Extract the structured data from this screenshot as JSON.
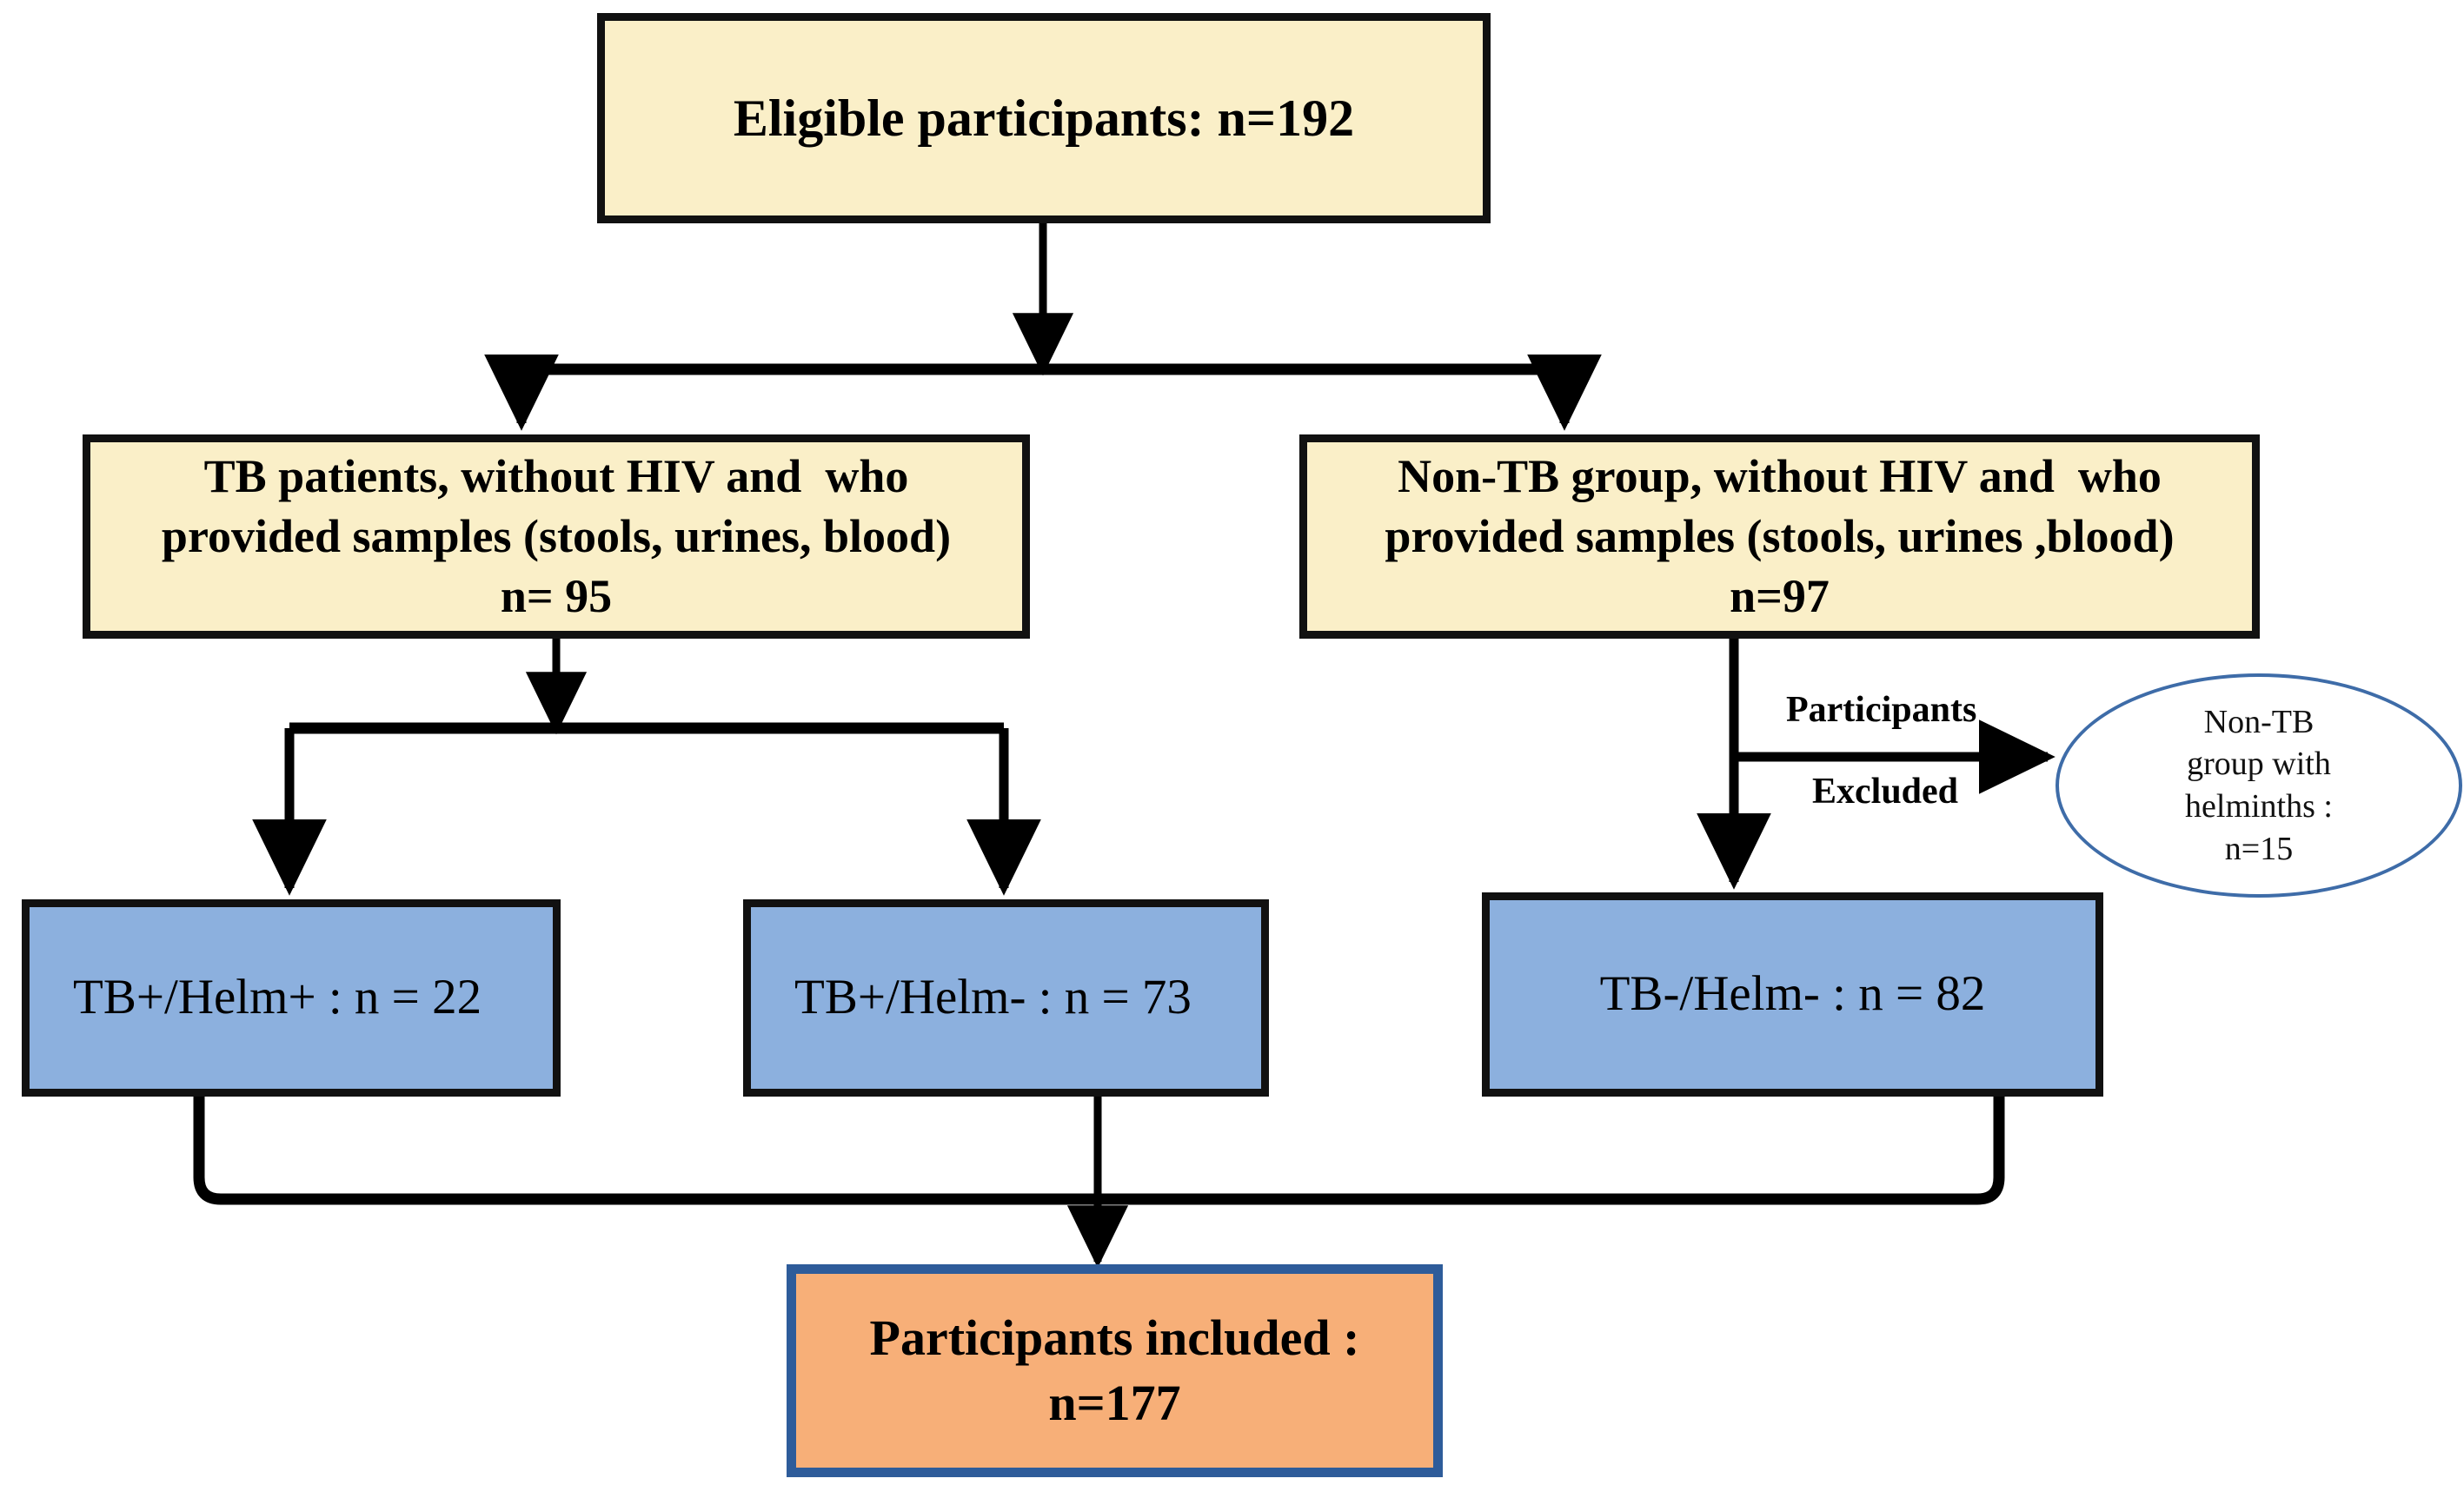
{
  "diagram": {
    "title": "Study participant flow diagram",
    "colors": {
      "cream_fill": "#FAEFC8",
      "blue_fill": "#8CB0DE",
      "orange_fill": "#F7AF78",
      "orange_border": "#2E5C9A",
      "ellipse_border": "#3E6CA8",
      "box_border": "#111111",
      "connector": "#000000",
      "text": "#000000"
    }
  },
  "nodes": {
    "eligible": {
      "line1": "Eligible participants: n=192"
    },
    "tb_group": {
      "line1": "TB patients, without HIV and  who",
      "line2": "provided samples (stools, urines, blood)",
      "line3": "n= 95"
    },
    "nontb_group": {
      "line1": "Non-TB group, without HIV and  who",
      "line2": "provided samples (stools, urines ,blood)",
      "line3": "n=97"
    },
    "tb_helm_pos": {
      "line1": "TB+/Helm+ : n = 22"
    },
    "tb_helm_neg": {
      "line1": "TB+/Helm- : n = 73"
    },
    "tbneg_helm_neg": {
      "line1": "TB-/Helm- : n = 82"
    },
    "included": {
      "line1": "Participants included :",
      "line2": "n=177"
    },
    "excluded_ellipse": {
      "line1": "Non-TB",
      "line2": "group with",
      "line3": "helminths :",
      "line4": "n=15"
    }
  },
  "edges": {
    "excluded_label_top": "Participants",
    "excluded_label_bottom": "Excluded"
  },
  "chart_data": {
    "type": "flowchart",
    "title": "Study participant flow diagram",
    "nodes": [
      {
        "id": "eligible",
        "label": "Eligible participants: n=192",
        "n": 192,
        "shape": "rect",
        "fill": "#FAEFC8",
        "level": 0
      },
      {
        "id": "tb_group",
        "label": "TB patients, without HIV and  who provided samples (stools, urines, blood) n= 95",
        "n": 95,
        "shape": "rect",
        "fill": "#FAEFC8",
        "level": 1
      },
      {
        "id": "nontb_group",
        "label": "Non-TB group, without HIV and  who provided samples (stools, urines ,blood) n=97",
        "n": 97,
        "shape": "rect",
        "fill": "#FAEFC8",
        "level": 1
      },
      {
        "id": "tb_helm_pos",
        "label": "TB+/Helm+ : n = 22",
        "n": 22,
        "shape": "rect",
        "fill": "#8CB0DE",
        "level": 2
      },
      {
        "id": "tb_helm_neg",
        "label": "TB+/Helm- : n = 73",
        "n": 73,
        "shape": "rect",
        "fill": "#8CB0DE",
        "level": 2
      },
      {
        "id": "tbneg_helm_neg",
        "label": "TB-/Helm- : n = 82",
        "n": 82,
        "shape": "rect",
        "fill": "#8CB0DE",
        "level": 2
      },
      {
        "id": "excluded_ellipse",
        "label": "Non-TB group with helminths : n=15",
        "n": 15,
        "shape": "ellipse",
        "fill": "#FFFFFF",
        "level": 2
      },
      {
        "id": "included",
        "label": "Participants included : n=177",
        "n": 177,
        "shape": "rect",
        "fill": "#F7AF78",
        "level": 3
      }
    ],
    "edges": [
      {
        "from": "eligible",
        "to": "tb_group",
        "label": ""
      },
      {
        "from": "eligible",
        "to": "nontb_group",
        "label": ""
      },
      {
        "from": "tb_group",
        "to": "tb_helm_pos",
        "label": ""
      },
      {
        "from": "tb_group",
        "to": "tb_helm_neg",
        "label": ""
      },
      {
        "from": "nontb_group",
        "to": "tbneg_helm_neg",
        "label": ""
      },
      {
        "from": "nontb_group",
        "to": "excluded_ellipse",
        "label": "Participants Excluded"
      },
      {
        "from": "tb_helm_pos",
        "to": "included",
        "label": ""
      },
      {
        "from": "tb_helm_neg",
        "to": "included",
        "label": ""
      },
      {
        "from": "tbneg_helm_neg",
        "to": "included",
        "label": ""
      }
    ]
  }
}
